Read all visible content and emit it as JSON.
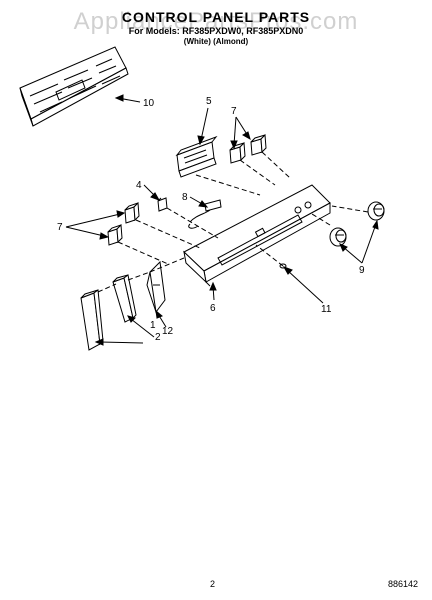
{
  "header": {
    "title": "CONTROL PANEL PARTS",
    "models_line": "For Models: RF385PXDW0, RF385PXDN0",
    "colors_line": "(White)     (Almond)"
  },
  "watermark": "AppliancePartsPros.com",
  "callouts": [
    {
      "id": "c1",
      "label": "1"
    },
    {
      "id": "c2",
      "label": "2"
    },
    {
      "id": "c4",
      "label": "4"
    },
    {
      "id": "c5",
      "label": "5"
    },
    {
      "id": "c6",
      "label": "6"
    },
    {
      "id": "c7a",
      "label": "7"
    },
    {
      "id": "c7b",
      "label": "7"
    },
    {
      "id": "c8",
      "label": "8"
    },
    {
      "id": "c9",
      "label": "9"
    },
    {
      "id": "c10",
      "label": "10"
    },
    {
      "id": "c11",
      "label": "11"
    },
    {
      "id": "c12",
      "label": "12"
    }
  ],
  "footer": {
    "page_number": "2",
    "code": "886142"
  },
  "colors": {
    "line": "#000000",
    "watermark": "#969696"
  }
}
